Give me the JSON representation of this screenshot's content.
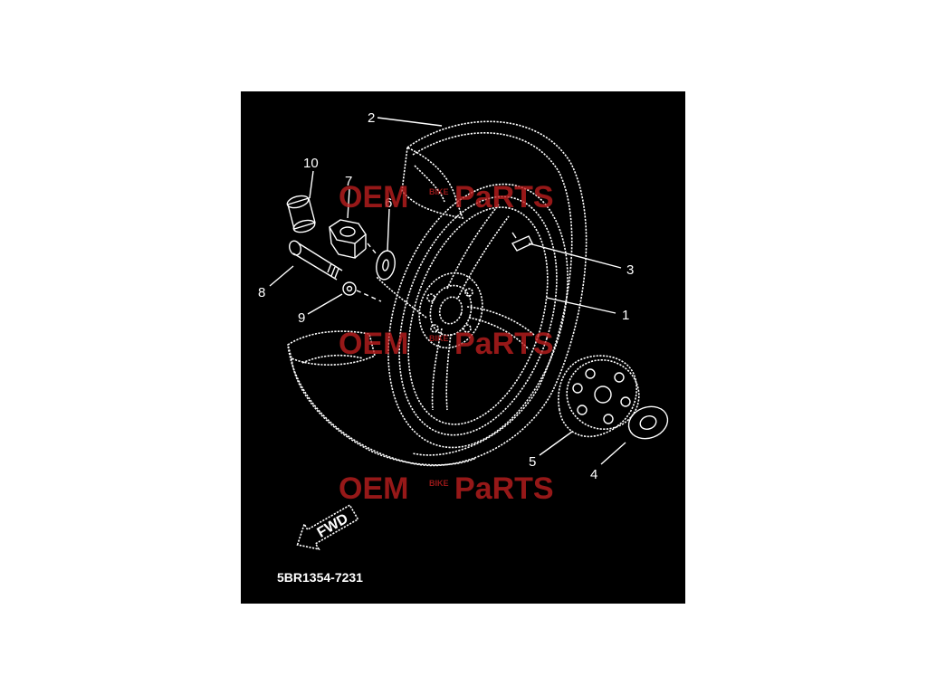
{
  "diagram": {
    "part_code": "5BR1354-7231",
    "fwd_label": "FWD",
    "callouts": [
      {
        "id": "1",
        "label": "1"
      },
      {
        "id": "2",
        "label": "2"
      },
      {
        "id": "3",
        "label": "3"
      },
      {
        "id": "4",
        "label": "4"
      },
      {
        "id": "5",
        "label": "5"
      },
      {
        "id": "6",
        "label": "6"
      },
      {
        "id": "7",
        "label": "7"
      },
      {
        "id": "8",
        "label": "8"
      },
      {
        "id": "9",
        "label": "9"
      },
      {
        "id": "10",
        "label": "10"
      }
    ]
  },
  "watermark": {
    "text_left": "OEM",
    "text_bike": "BIKE",
    "text_right": "PaRTS",
    "color": "#c01f1f"
  },
  "colors": {
    "panel_background": "#000000",
    "line_art": "#ffffff",
    "page_background": "#ffffff"
  }
}
